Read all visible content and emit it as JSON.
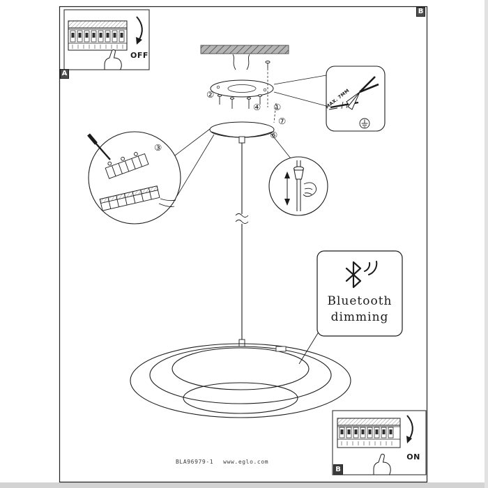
{
  "page": {
    "footer_code": "BLA96979-1",
    "footer_site": "www.eglo.com"
  },
  "section_markers": {
    "a": "A",
    "b_top": "B",
    "b_bottom": "B"
  },
  "breaker_insets": {
    "off_label": "OFF",
    "on_label": "ON"
  },
  "wire_strip": {
    "max_note": "MAX. 7MM"
  },
  "bluetooth": {
    "line1": "Bluetooth",
    "line2": "dimming"
  },
  "callouts": {
    "n1": "①",
    "n2": "②",
    "n3": "③",
    "n4": "④",
    "n6": "⑥",
    "n7": "⑦"
  },
  "colors": {
    "ink": "#1b1b1b",
    "paper": "#ffffff",
    "marker_bg": "#4d4d4d",
    "scan_edge": "#d3d3d3"
  }
}
